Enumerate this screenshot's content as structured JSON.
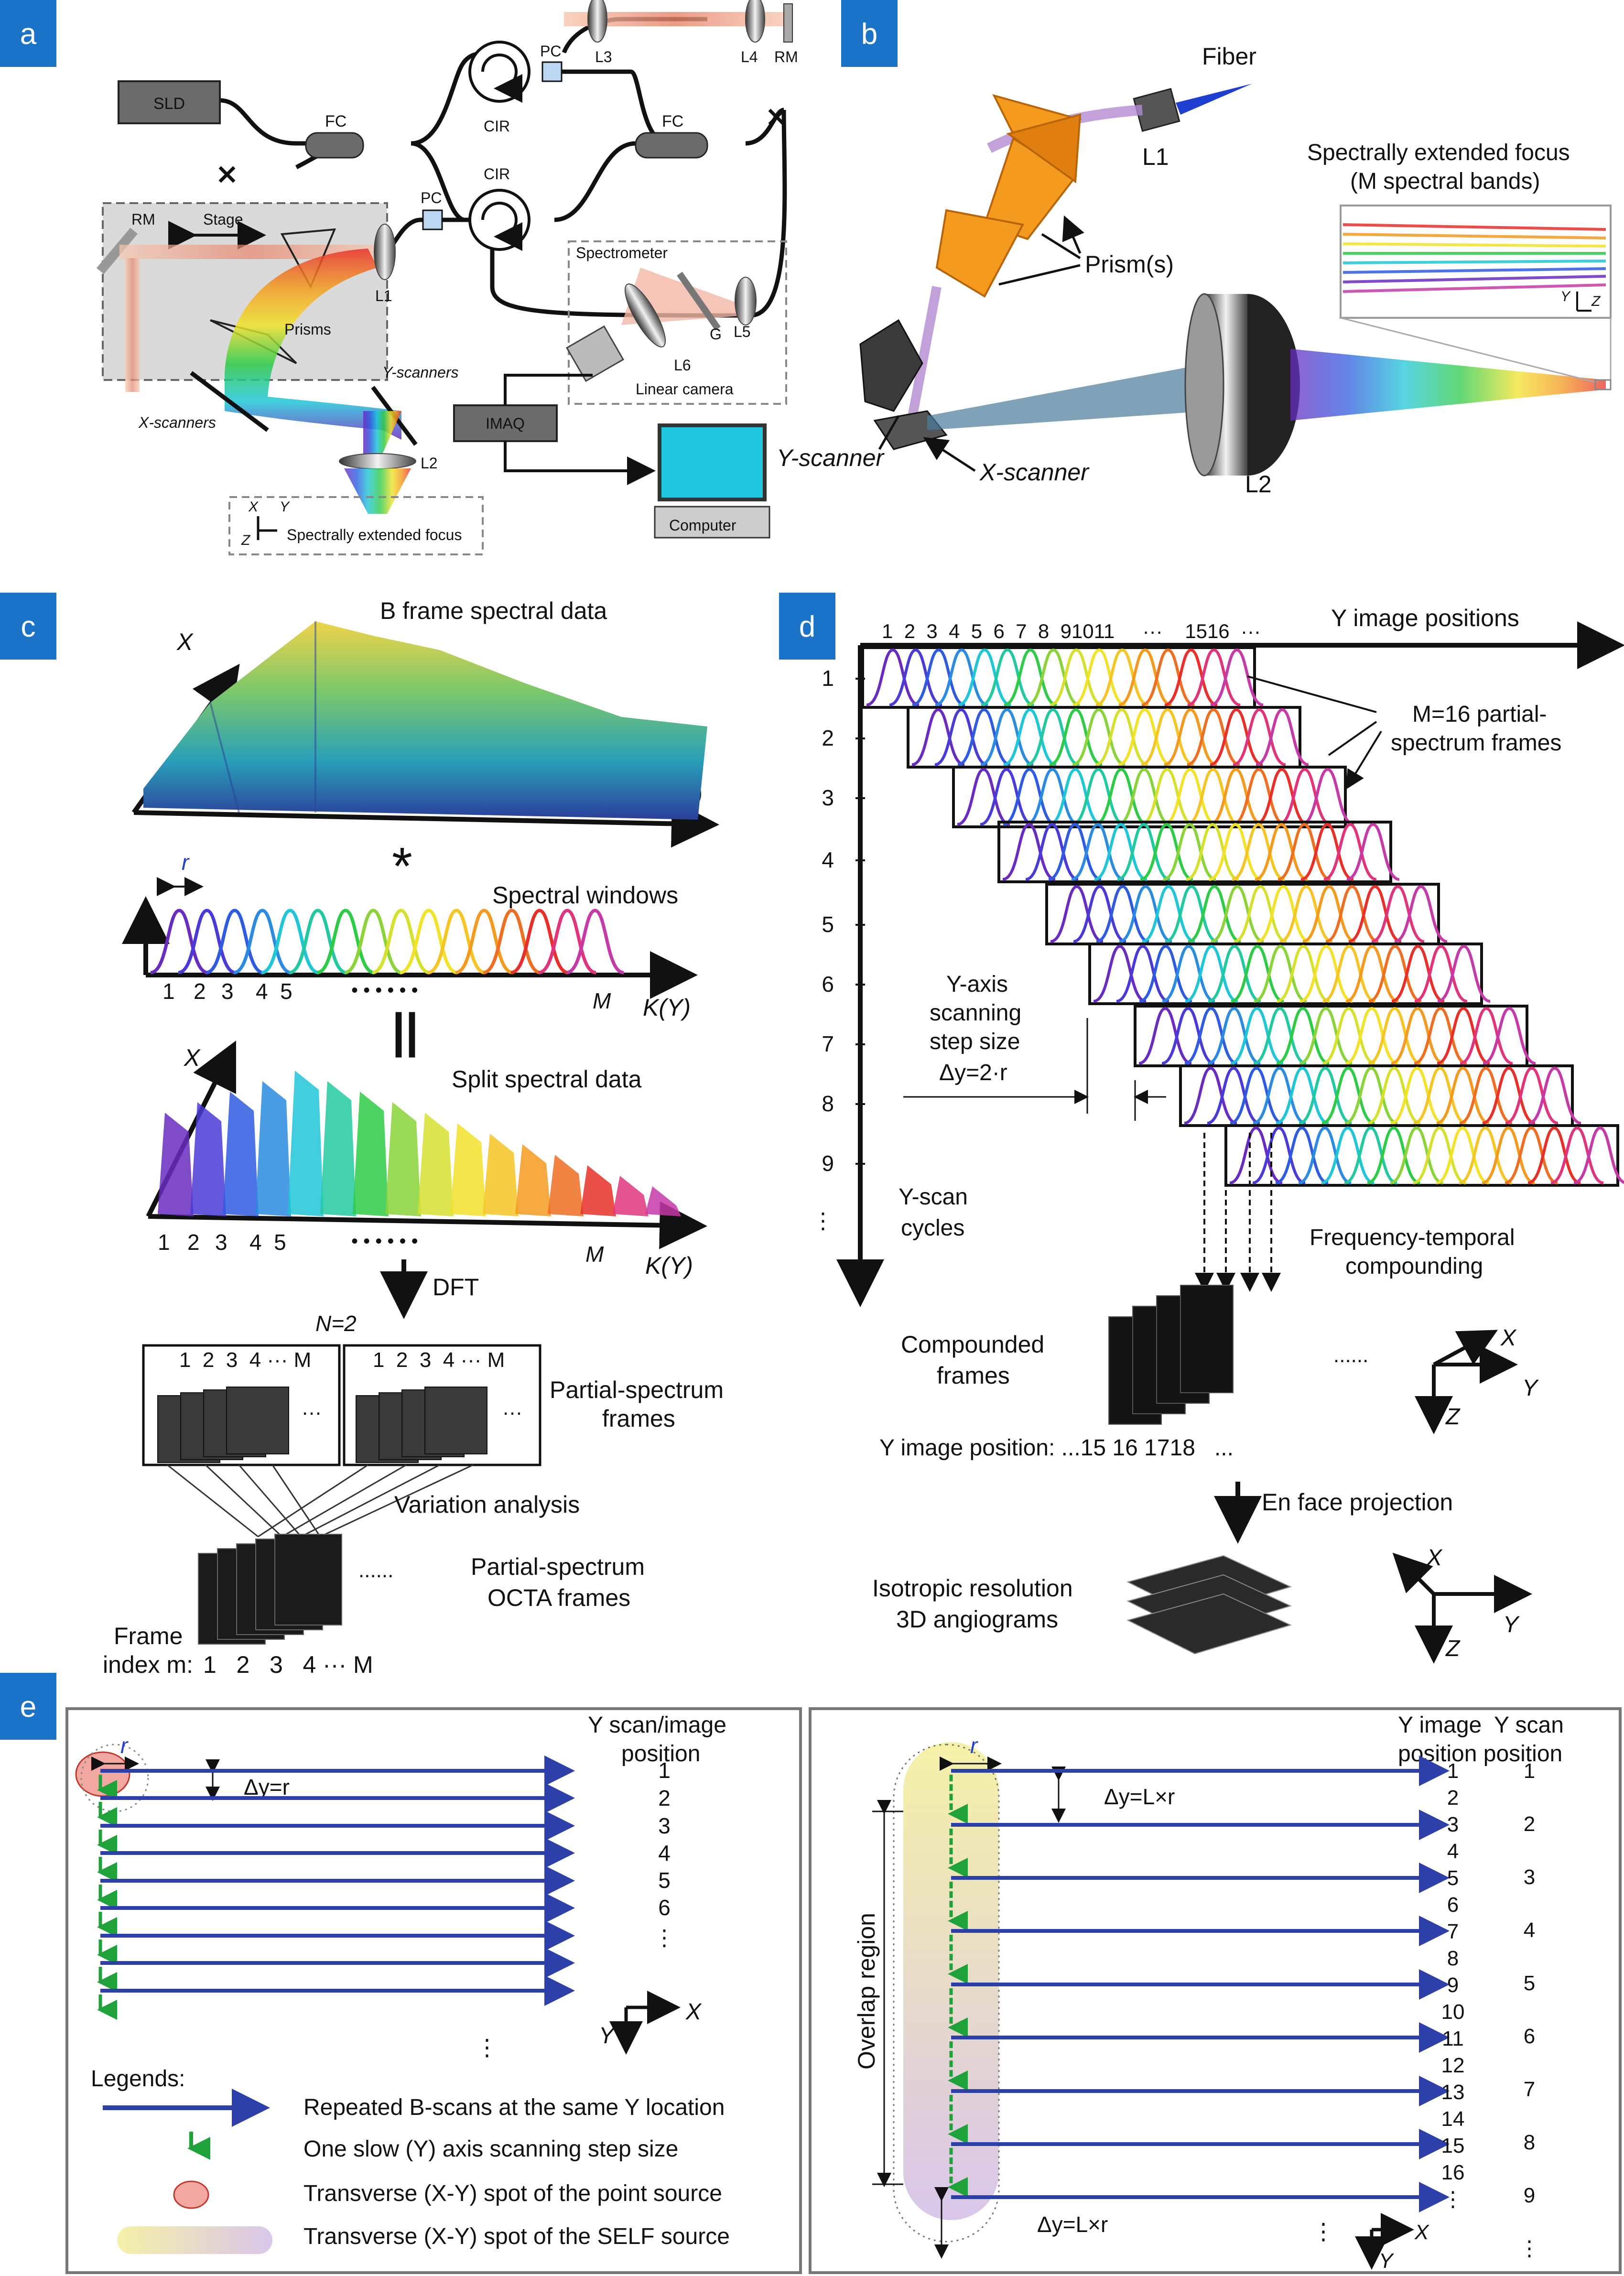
{
  "panels": {
    "a": "a",
    "b": "b",
    "c": "c",
    "d": "d",
    "e": "e"
  },
  "colors": {
    "panel_tag": "#1a73c6",
    "arrow_blue": "#2d3fa8",
    "step_green": "#1fa23a",
    "point_spot": "#f2a8a0",
    "self_spot": "#e6d6ee"
  },
  "a": {
    "sld": "SLD",
    "fc": "FC",
    "cir": "CIR",
    "pc": "PC",
    "l1": "L1",
    "l2": "L2",
    "l3": "L3",
    "l4": "L4",
    "l5": "L5",
    "l6": "L6",
    "rm": "RM",
    "stage": "Stage",
    "prisms": "Prisms",
    "y_scanners": "Y-scanners",
    "x_scanners": "X-scanners",
    "spectrometer": "Spectrometer",
    "g": "G",
    "linear_camera": "Linear camera",
    "imaq": "IMAQ",
    "computer": "Computer",
    "focus": "Spectrally extended focus",
    "ax_x": "X",
    "ax_y": "Y",
    "ax_z": "Z"
  },
  "b": {
    "fiber": "Fiber",
    "l1": "L1",
    "l2": "L2",
    "prisms": "Prism(s)",
    "y_scanner": "Y-scanner",
    "x_scanner": "X-scanner",
    "focus_title_1": "Spectrally extended focus",
    "focus_title_2": "(M spectral bands)",
    "ax_y": "Y",
    "ax_z": "Z"
  },
  "c": {
    "bframe": "B frame spectral data",
    "x": "X",
    "ky": "K(Y)",
    "star": "*",
    "windows": "Spectral windows",
    "r": "r",
    "n1": "1",
    "n2": "2",
    "n3": "3",
    "n45": "4  5",
    "dots": "• • • • • •",
    "m": "M",
    "equals": "||",
    "split": "Split spectral data",
    "dft": "DFT",
    "n_eq": "N=2",
    "frame_nums": "1  2  3  4 ··· M",
    "partial_1": "Partial-spectrum",
    "partial_2": "frames",
    "variation": "Variation analysis",
    "octa_1": "Partial-spectrum",
    "octa_2": "OCTA frames",
    "frame_1": "Frame",
    "frame_2": "index m:",
    "frame_nums2": "1   2   3   4 ··· M",
    "ellipsis": "......"
  },
  "d": {
    "top_numbers": "1  2  3  4  5  6  7  8  91011     ···    1516  ···",
    "y_positions": "Y image positions",
    "rows": [
      "1",
      "2",
      "3",
      "4",
      "5",
      "6",
      "7",
      "8",
      "9",
      "⋮"
    ],
    "m16_1": "M=16 partial-",
    "m16_2": "spectrum frames",
    "yaxis_1": "Y-axis",
    "yaxis_2": "scanning",
    "yaxis_3": "step size",
    "yaxis_4": "Δy=2·r",
    "yscan_1": "Y-scan",
    "yscan_2": "cycles",
    "ft_1": "Frequency-temporal",
    "ft_2": "compounding",
    "comp_1": "Compounded",
    "comp_2": "frames",
    "ypos_line": "Y image position: ...15 16 1718   ...",
    "ellipsis": "......",
    "en_face": "En face projection",
    "iso_1": "Isotropic resolution",
    "iso_2": "3D angiograms",
    "ax_x": "X",
    "ax_y": "Y",
    "ax_z": "Z"
  },
  "e": {
    "left_header_1": "Y scan/image",
    "left_header_2": "position",
    "left_positions": [
      "1",
      "2",
      "3",
      "4",
      "5",
      "6",
      "⋮"
    ],
    "r": "r",
    "dy_r": "Δy=r",
    "ax_y": "Y",
    "ax_x": "X",
    "vdots": "⋮",
    "legends": "Legends:",
    "legend_items": [
      "Repeated B-scans at the same Y location",
      "One slow (Y) axis scanning step size",
      "Transverse (X-Y) spot of the point source",
      "Transverse (X-Y) spot of the SELF source"
    ],
    "right_header_1": "Y image  Y scan",
    "right_header_2": "position position",
    "image_positions": [
      "1",
      "2",
      "3",
      "4",
      "5",
      "6",
      "7",
      "8",
      "9",
      "10",
      "11",
      "12",
      "13",
      "14",
      "15",
      "16",
      "⋮"
    ],
    "scan_positions": [
      "1",
      "2",
      "3",
      "4",
      "5",
      "6",
      "7",
      "8",
      "9",
      "⋮"
    ],
    "dy_lr": "Δy=L×r",
    "overlap": "Overlap region"
  }
}
